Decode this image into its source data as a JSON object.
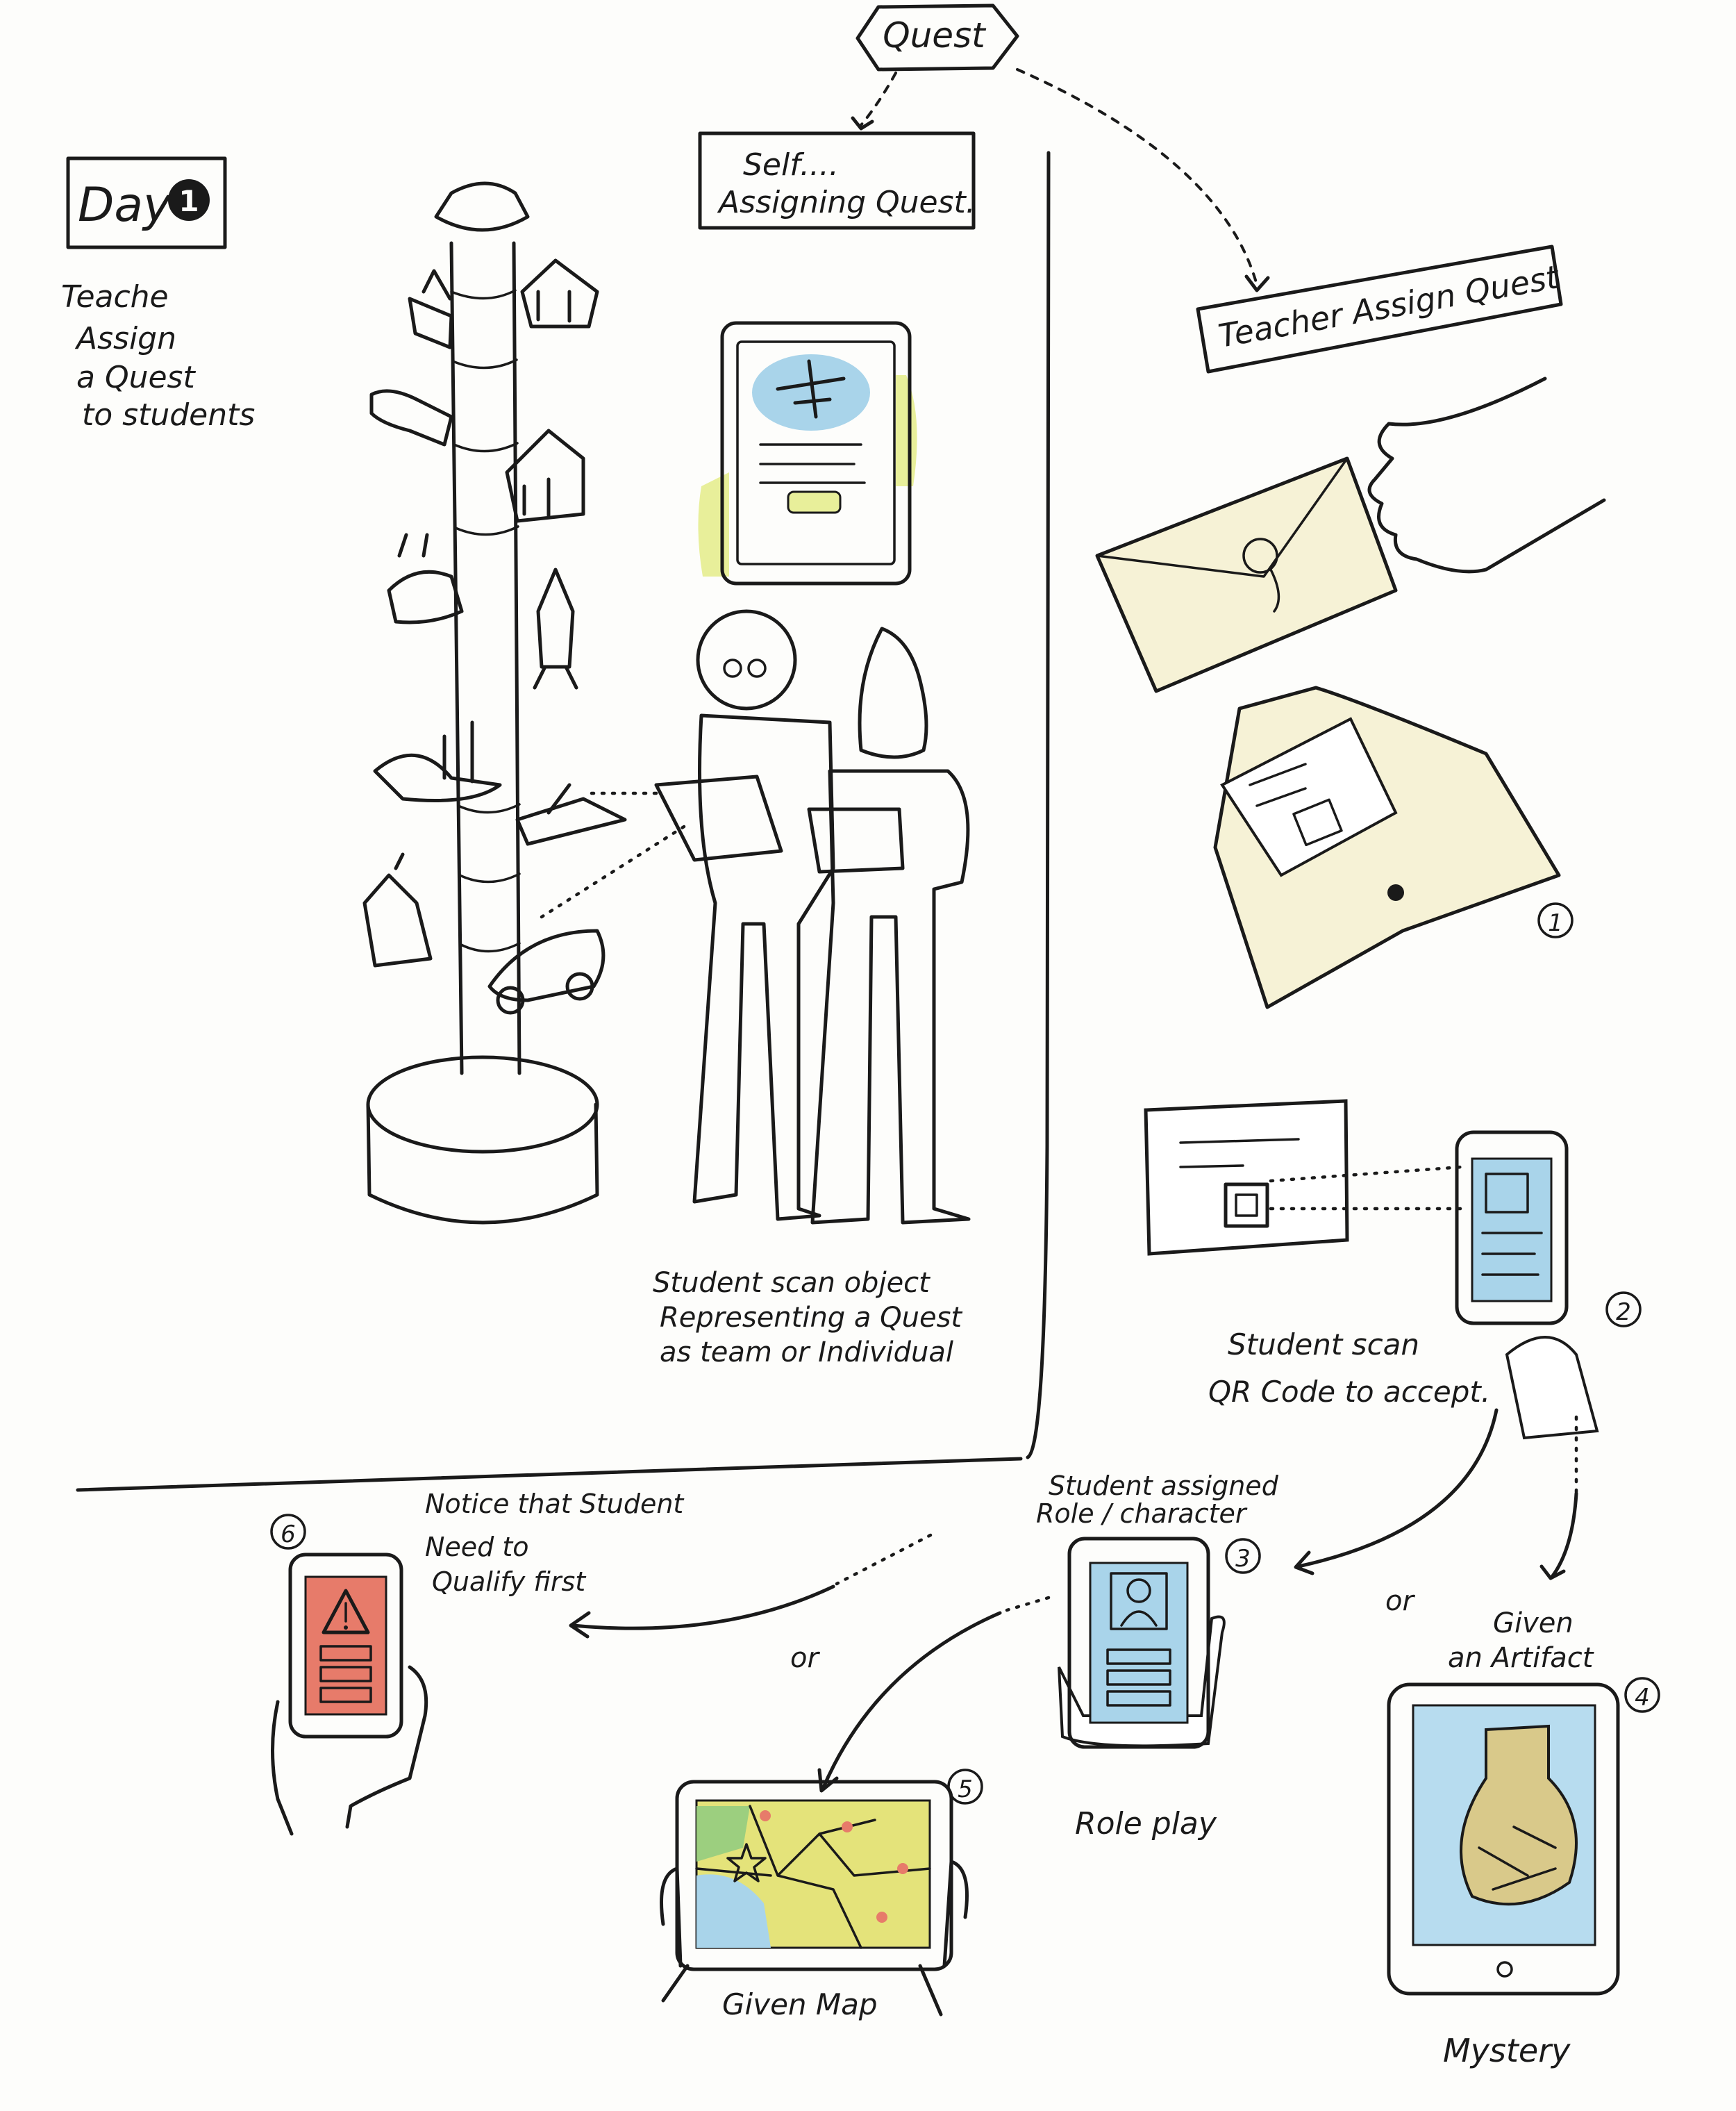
{
  "root": {
    "label": "Quest"
  },
  "day": {
    "label": "Day",
    "number": "1"
  },
  "intro_note": [
    "Teache",
    "Assign",
    "a Quest",
    "to students"
  ],
  "self_assign": {
    "label_line1": "Self....",
    "label_line2": "Assigning Quest."
  },
  "teacher_assign": {
    "label": "Teacher Assign Quest"
  },
  "scan_object_caption": [
    "Student scan object",
    "Representing a Quest",
    "as team or Individual"
  ],
  "steps": {
    "s1": {
      "number": "1"
    },
    "s2": {
      "number": "2",
      "caption": [
        "Student scan",
        "QR Code to accept."
      ]
    },
    "s3": {
      "number": "3",
      "heading": [
        "Student assigned",
        "Role / character"
      ],
      "caption": "Role play"
    },
    "s4": {
      "number": "4",
      "heading": [
        "Given",
        "an Artifact"
      ],
      "caption": "Mystery"
    },
    "s5": {
      "number": "5",
      "caption": "Given Map"
    },
    "s6": {
      "number": "6",
      "heading": [
        "Notice that Student",
        "Need to",
        "Qualify first"
      ]
    }
  },
  "or_labels": [
    "or",
    "or"
  ],
  "colors": {
    "ink": "#1a1a1a",
    "screen_blue": "#a9d4ea",
    "hand_yellow": "#e8ef9a",
    "envelope_cream": "#f6f2d6",
    "alert_red": "#e77b6a",
    "map_yellow": "#e4e37a",
    "map_green": "#9ccf7f",
    "artifact_blue": "#b7dcef",
    "artifact_tan": "#d9c98a"
  },
  "icons": [
    "hexagon-badge",
    "totem-pole",
    "tablet",
    "envelope",
    "phone",
    "warning-triangle",
    "star",
    "qr-code",
    "hand"
  ]
}
